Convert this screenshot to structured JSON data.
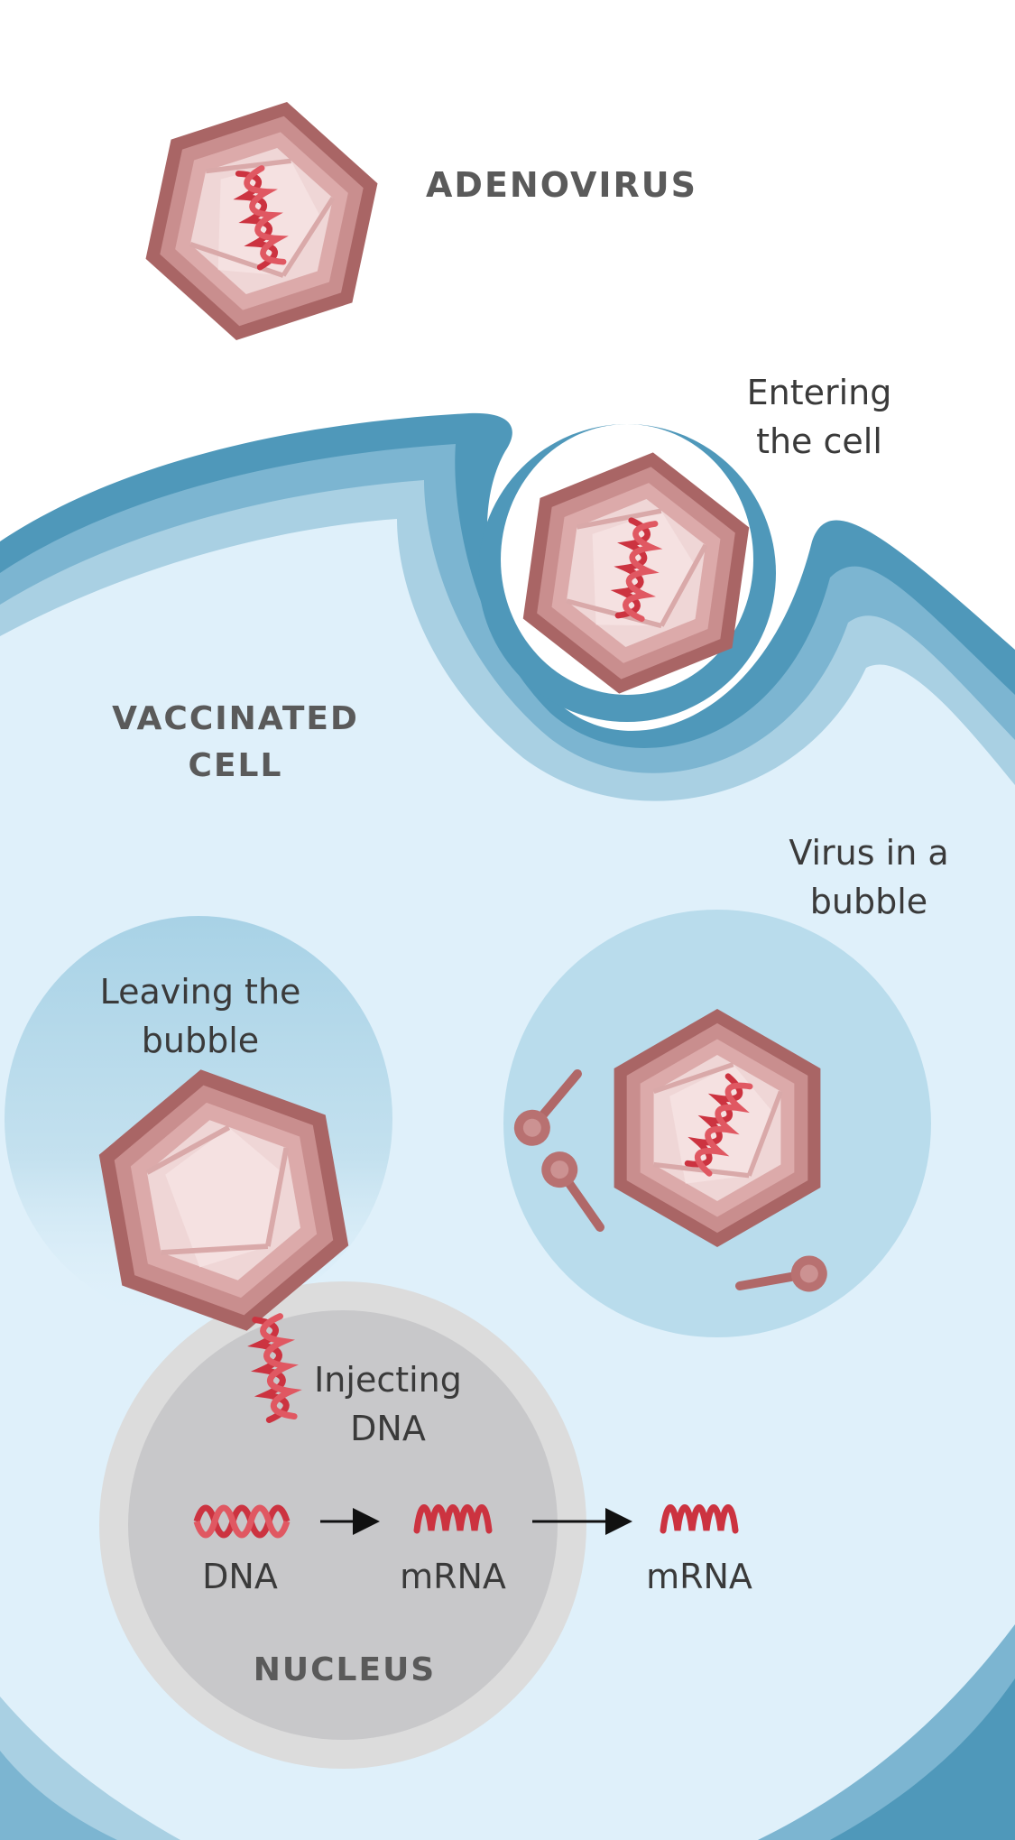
{
  "labels": {
    "adenovirus": "ADENOVIRUS",
    "entering_line1": "Entering",
    "entering_line2": "the cell",
    "vaccinated_line1": "VACCINATED",
    "vaccinated_line2": "CELL",
    "virus_bubble_line1": "Virus in a",
    "virus_bubble_line2": "bubble",
    "leaving_line1": "Leaving the",
    "leaving_line2": "bubble",
    "injecting_line1": "Injecting",
    "injecting_line2": "DNA",
    "dna": "DNA",
    "mrna_inside": "mRNA",
    "mrna_outside": "mRNA",
    "nucleus": "NUCLEUS"
  },
  "colors": {
    "background": "#ffffff",
    "membrane_dark": "#4f98ba",
    "membrane_mid": "#7cb5d1",
    "membrane_light": "#a9d0e3",
    "cytoplasm": "#dff0fa",
    "bubble": "#b9dcec",
    "nucleus_outer": "#dcdcdc",
    "nucleus_inner": "#c8c8ca",
    "virus_shell_dark": "#a96565",
    "virus_shell_mid": "#c98e8e",
    "virus_shell_light": "#e2bcbc",
    "virus_core": "#efd6d6",
    "dna_red": "#cc3340",
    "arrow": "#111111"
  }
}
